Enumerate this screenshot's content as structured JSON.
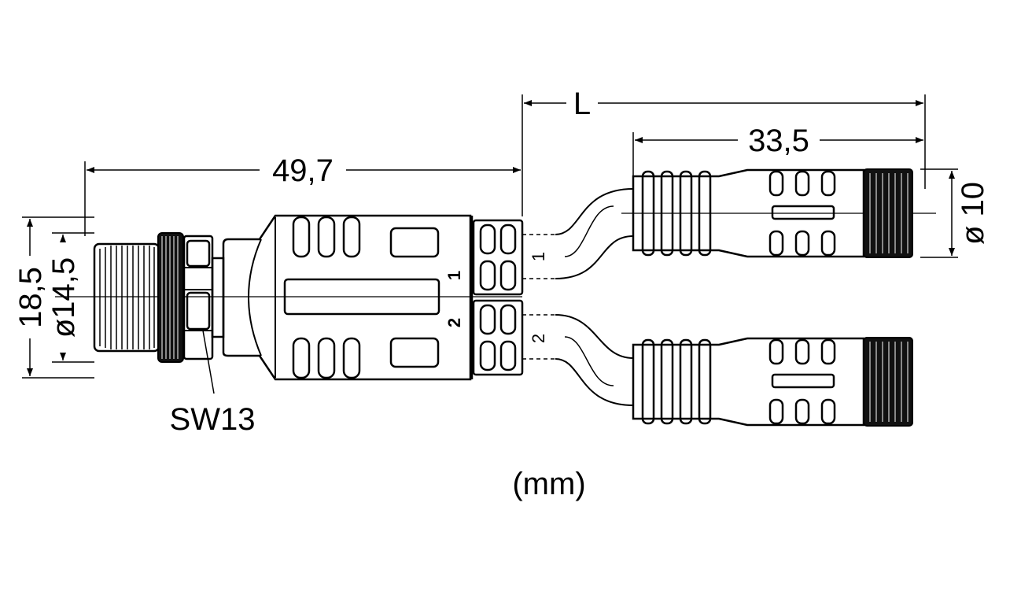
{
  "dimensions": {
    "cable_length": "L",
    "socket_length": "33,5",
    "splitter_length": "49,7",
    "socket_diameter": "ø 10",
    "outer_width": "18,5",
    "thread_diameter": "ø14,5"
  },
  "labels": {
    "wrench_size": "SW13",
    "port_1": "1",
    "port_2": "2",
    "cable_1": "1",
    "cable_2": "2"
  },
  "units": "(mm)"
}
